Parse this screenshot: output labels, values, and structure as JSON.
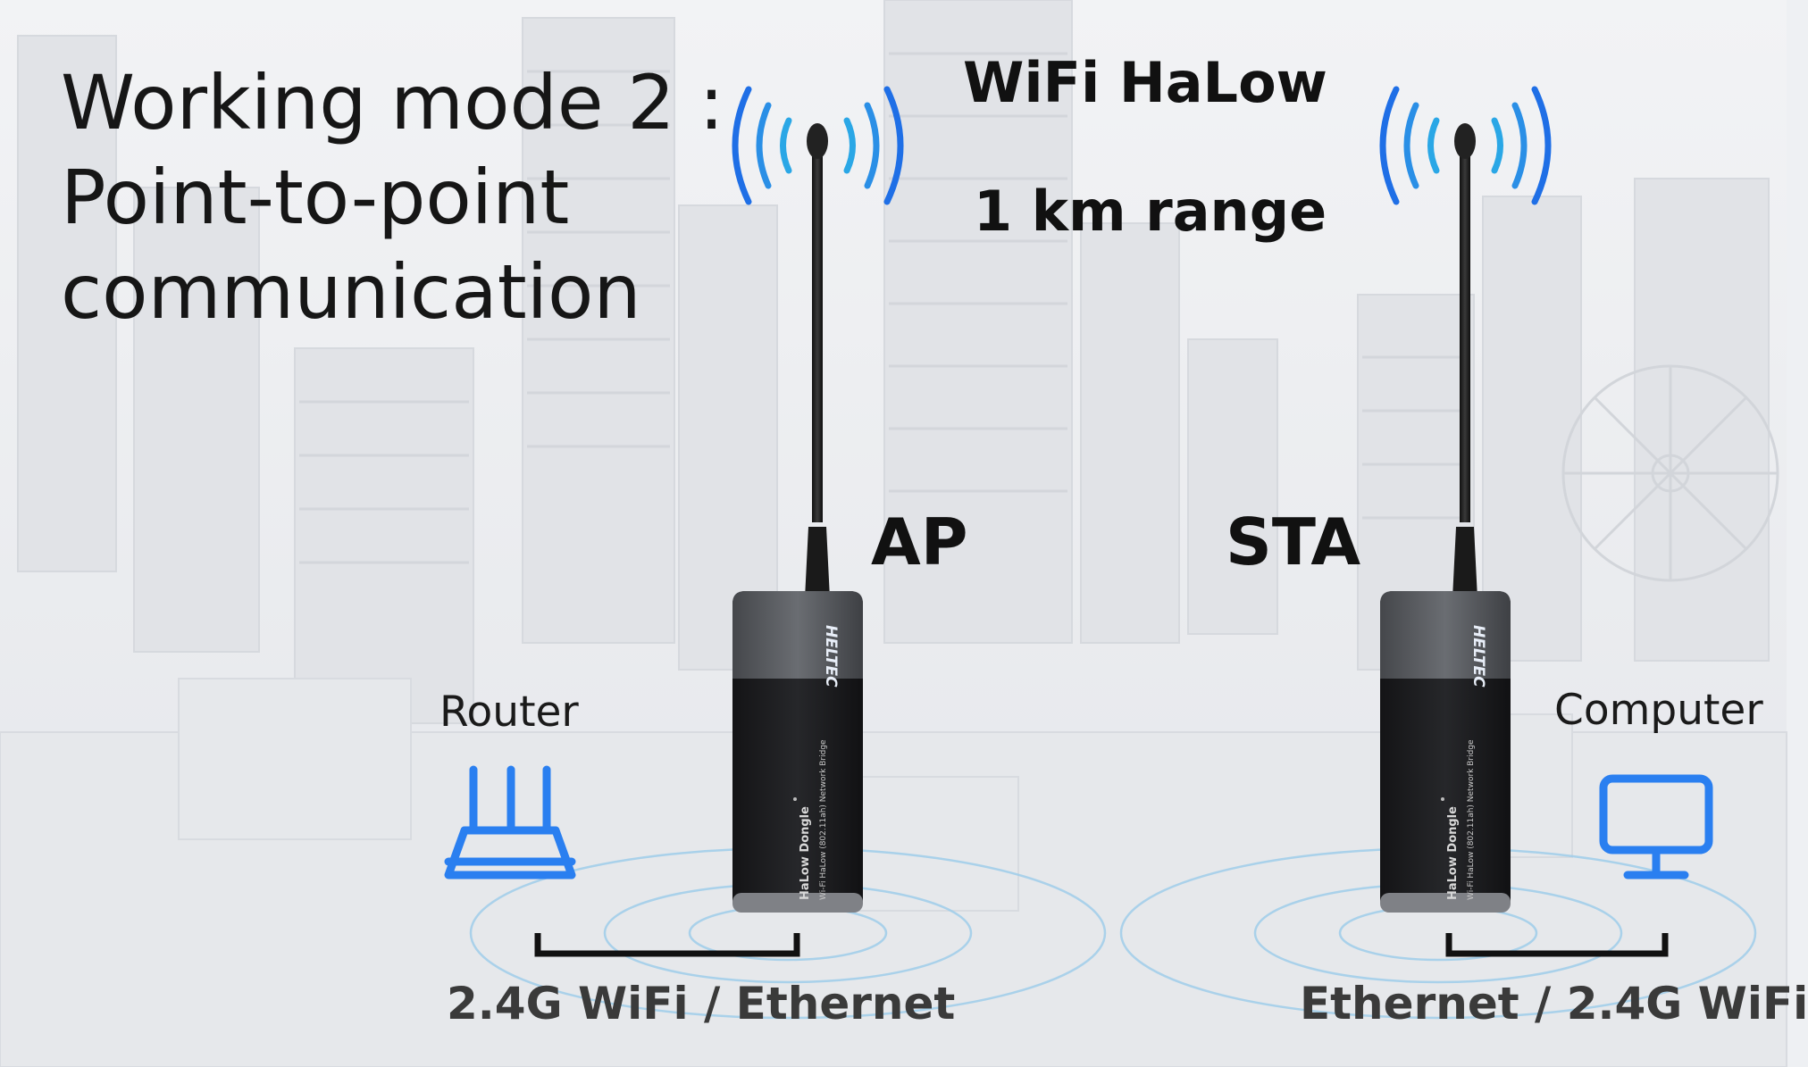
{
  "title_lines": [
    "Working mode 2 :",
    "Point-to-point",
    "communication"
  ],
  "link": {
    "protocol": "WiFi HaLow",
    "range": "1 km range"
  },
  "devices": {
    "ap": {
      "role": "AP",
      "brand": "HELTEC",
      "model": "HaLow Dongle",
      "descriptor": "Wi-Fi HaLow (802.11ah) Network Bridge"
    },
    "sta": {
      "role": "STA",
      "brand": "HELTEC",
      "model": "HaLow Dongle",
      "descriptor": "Wi-Fi HaLow (802.11ah) Network Bridge"
    }
  },
  "endpoints": {
    "left": {
      "label": "Router",
      "icon": "router-icon",
      "connection": "2.4G WiFi / Ethernet"
    },
    "right": {
      "label": "Computer",
      "icon": "monitor-icon",
      "connection": "Ethernet / 2.4G WiFi"
    }
  },
  "colors": {
    "accent_blue": "#1f6fe6",
    "light_blue": "#2aa7e6",
    "device_body": "#1b1b1d",
    "device_cap": "#55585d"
  }
}
